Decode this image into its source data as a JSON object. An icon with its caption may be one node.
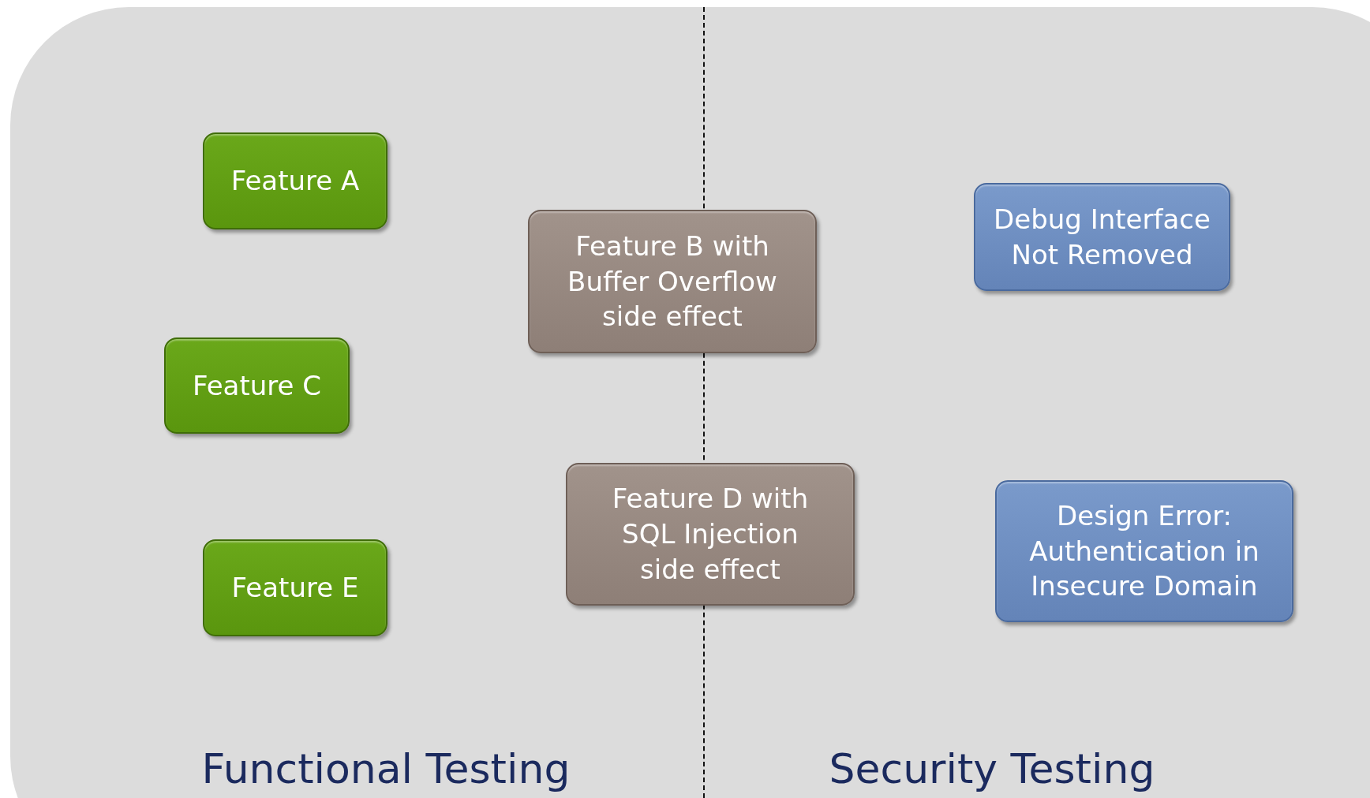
{
  "diagram": {
    "nodes": [
      {
        "text": [
          "Feature A"
        ]
      },
      {
        "text": [
          "Feature B with Buffer Overflow side effect"
        ]
      },
      {
        "text": [
          "Debug Interface Not Removed"
        ]
      },
      {
        "text": [
          "Feature C"
        ]
      },
      {
        "text": [
          "Feature D with SQL Injection side effect"
        ]
      },
      {
        "text": [
          "Design Error: Authentication in Insecure Domain"
        ]
      },
      {
        "text": [
          "Feature E"
        ]
      }
    ],
    "labels": [
      "Functional Testing",
      "Security Testing"
    ]
  }
}
